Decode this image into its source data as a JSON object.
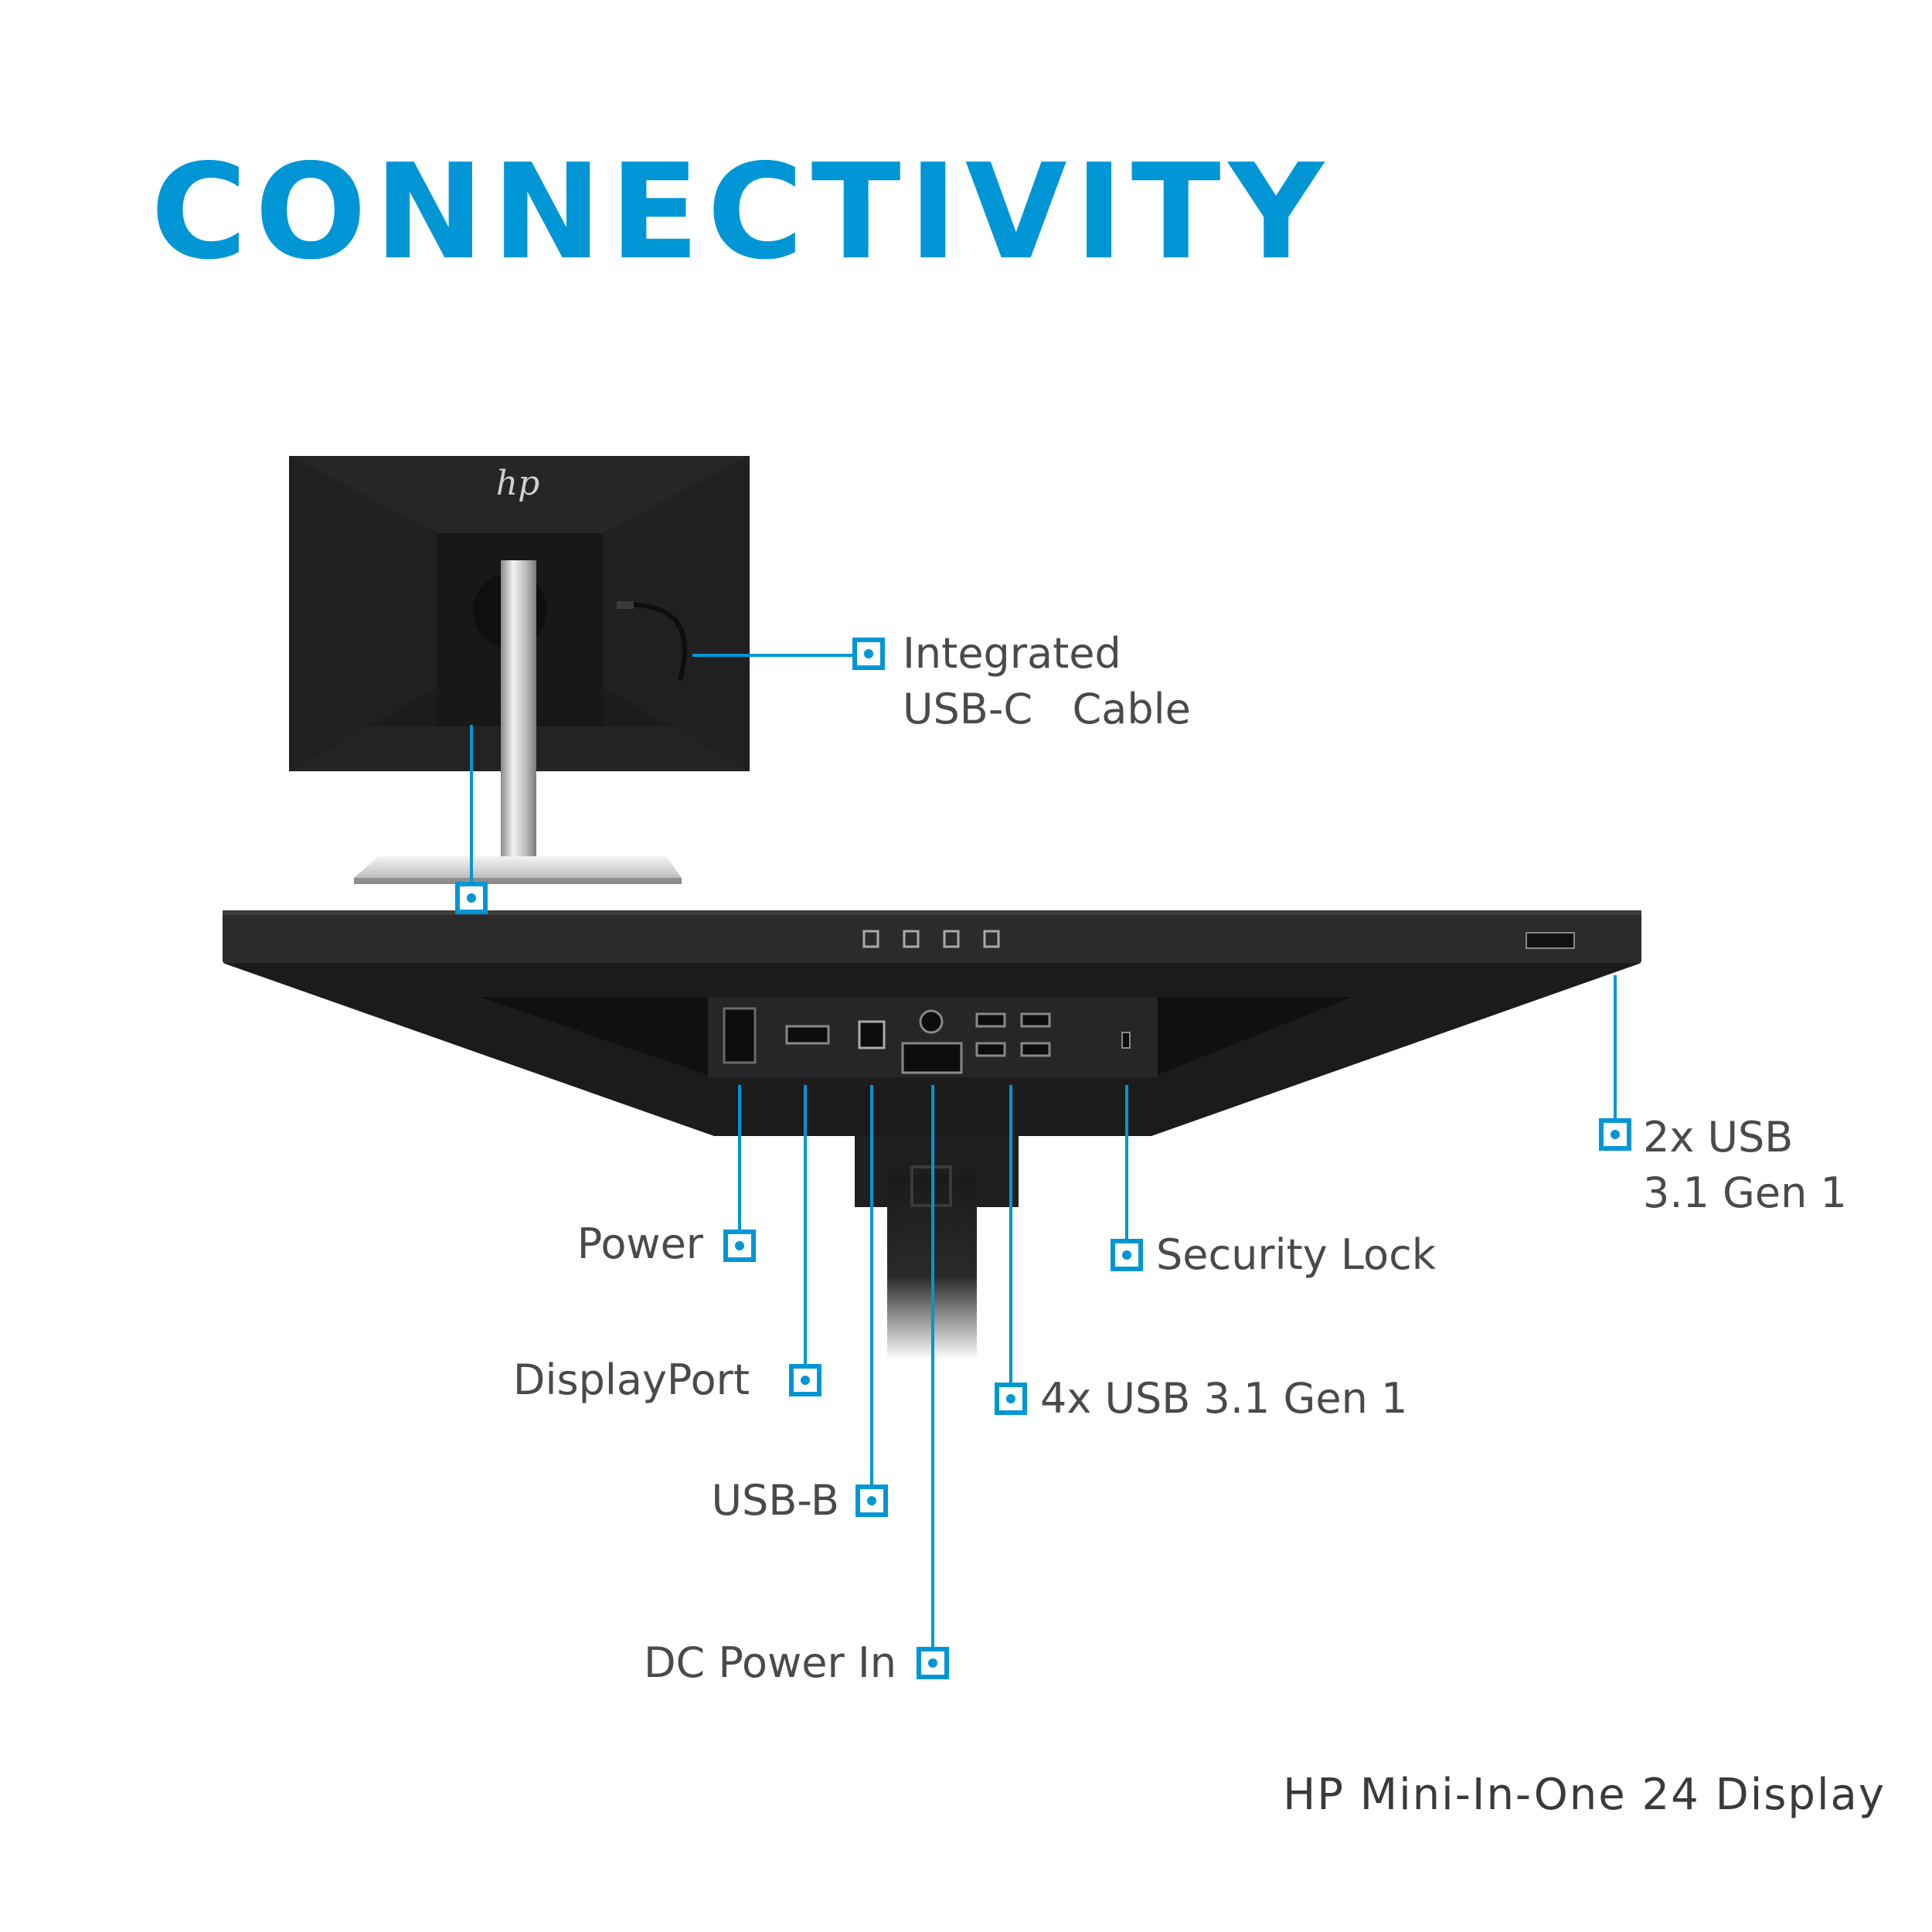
{
  "title": "CONNECTIVITY",
  "accent_color": "#0096d6",
  "logo": "hp",
  "callouts": {
    "usbc_cable": "Integrated\nUSB-C   Cable",
    "usb_2x": "2x USB\n3.1 Gen 1",
    "power": "Power",
    "security_lock": "Security Lock",
    "displayport": "DisplayPort",
    "usb_4x": "4x USB 3.1 Gen 1",
    "usb_b": "USB-B",
    "dc_power_in": "DC Power In"
  },
  "product_name": "HP Mini-In-One 24 Display"
}
